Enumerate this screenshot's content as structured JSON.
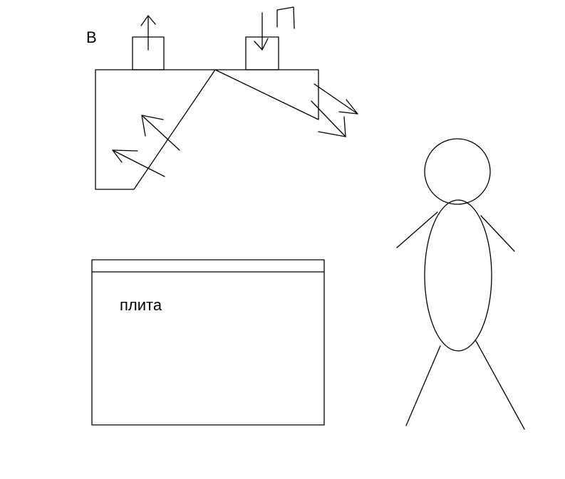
{
  "labels": {
    "top_left_letter": "В",
    "top_right_letter": "П",
    "stove_label": "плита"
  },
  "colors": {
    "background": "#ffffff",
    "ink": "#000000"
  }
}
